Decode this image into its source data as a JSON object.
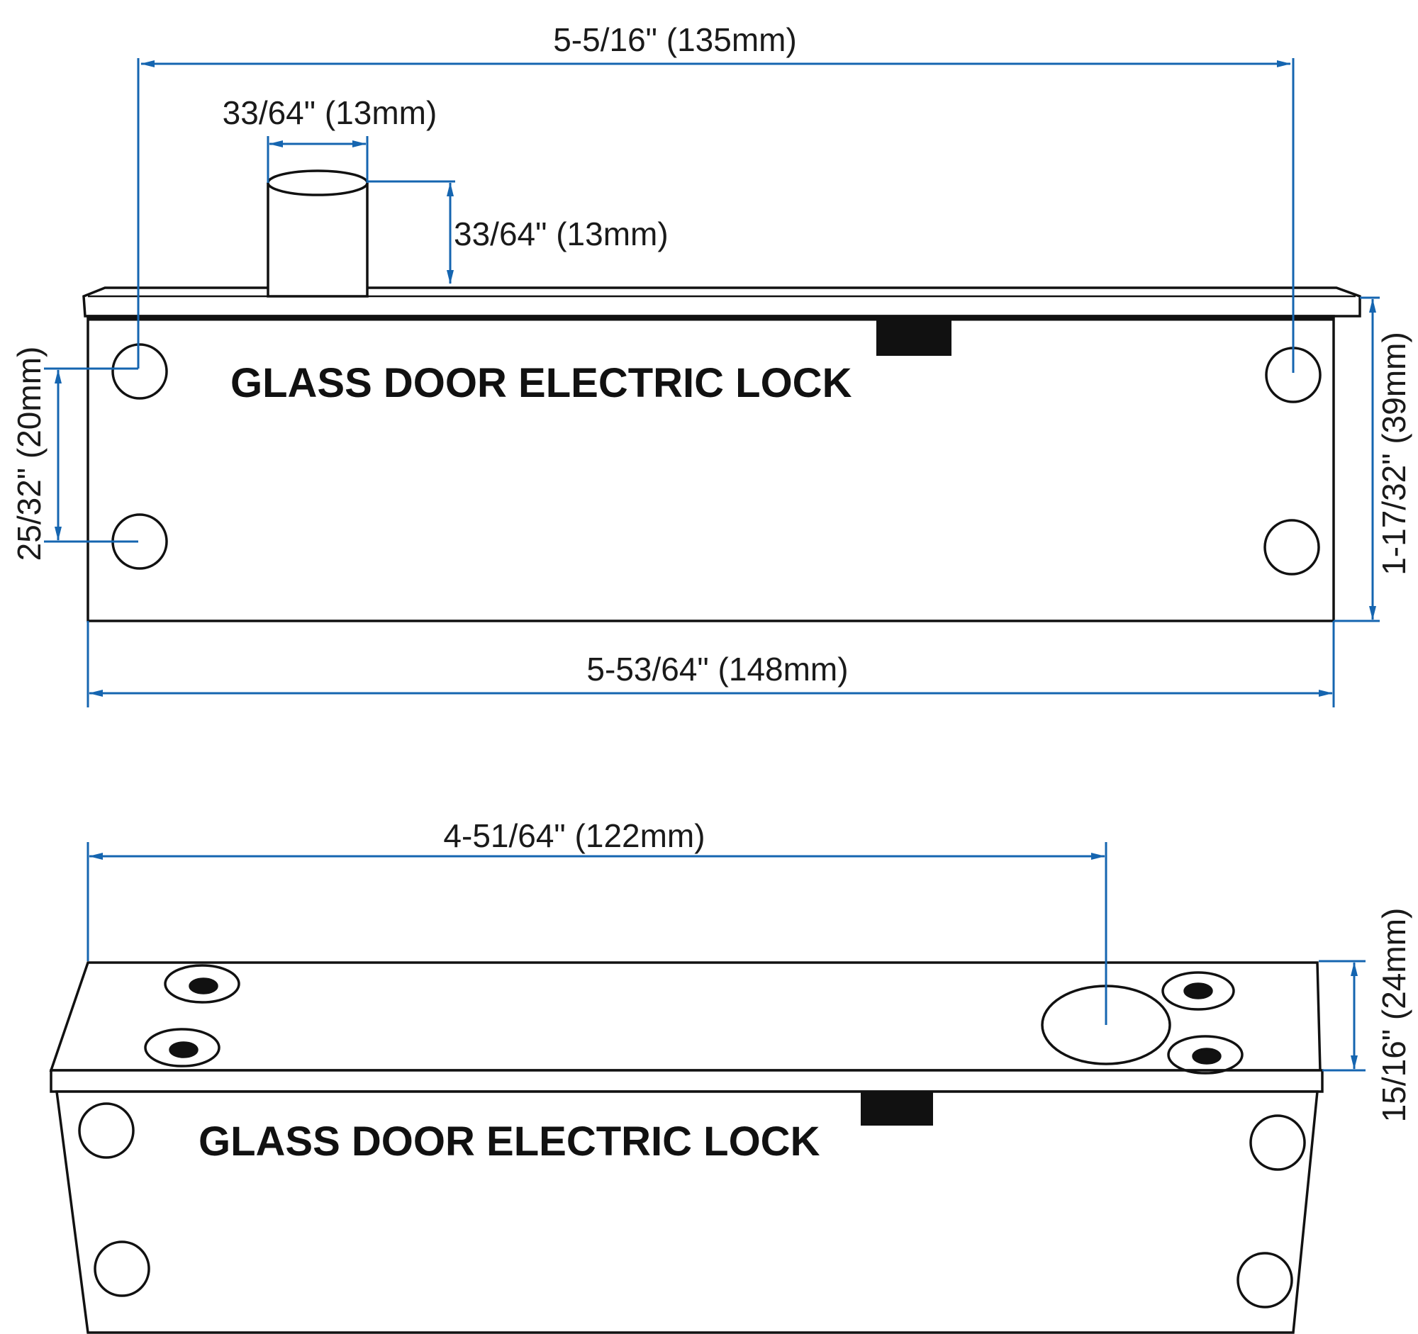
{
  "colors": {
    "dimension_line": "#1565b0",
    "outline": "#111111",
    "background": "#ffffff"
  },
  "top_view": {
    "label": "GLASS DOOR ELECTRIC LOCK",
    "dim_overall_hole_spacing": "5-5/16\" (135mm)",
    "dim_bolt_diameter": "33/64\" (13mm)",
    "dim_bolt_height": "33/64\" (13mm)",
    "dim_hole_vertical": "25/32\" (20mm)",
    "dim_body_height": "1-17/32\" (39mm)",
    "dim_body_length": "5-53/64\" (148mm)"
  },
  "bottom_view": {
    "label": "GLASS DOOR ELECTRIC LOCK",
    "dim_bolt_offset": "4-51/64\" (122mm)",
    "dim_depth": "15/16\" (24mm)"
  }
}
